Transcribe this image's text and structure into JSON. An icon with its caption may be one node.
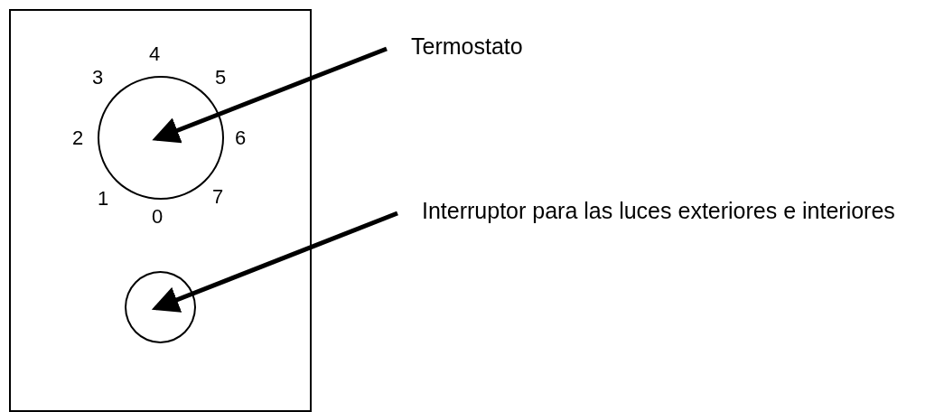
{
  "diagram": {
    "nodes": [
      {
        "text": [],
        "shape": "box"
      },
      {
        "text": [],
        "shape": "circle",
        "in": 0
      },
      {
        "text": [
          "Termostato"
        ]
      },
      {
        "text": [],
        "shape": "circle",
        "in": 0
      },
      {
        "text": [
          "Interruptor para las luces exteriores e interiores"
        ]
      }
    ],
    "edges": [
      {
        "from": 2,
        "to": 1,
        "arrow": "to"
      },
      {
        "from": 4,
        "to": 3,
        "arrow": "to"
      }
    ],
    "labels": [
      "4",
      "3",
      "5",
      "2",
      "6",
      "7",
      "1",
      "0"
    ]
  }
}
